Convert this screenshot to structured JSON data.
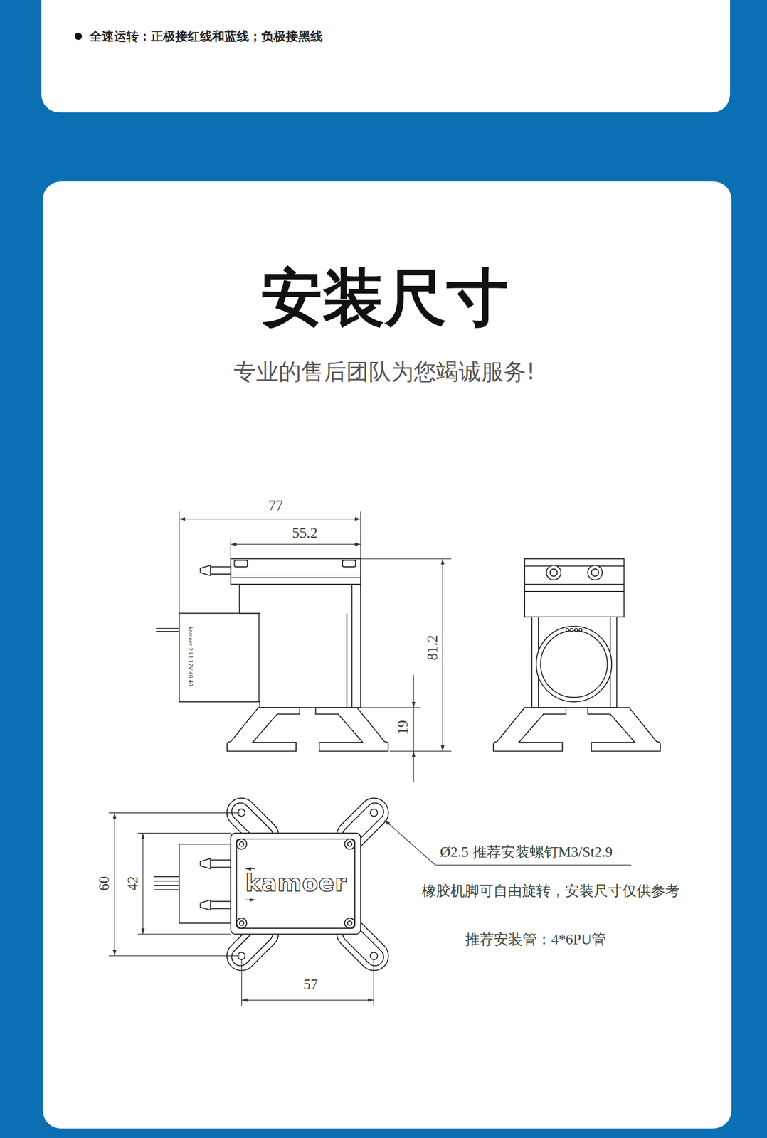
{
  "diagram": {
    "title": "安装尺寸",
    "caption": "专业的售后团队为您竭诚服务!",
    "labels": [
      "全速运转：正极接红线和蓝线；负极接黑线",
      "77",
      "55.2",
      "81.2",
      "19",
      "kamoer 2 L1 12V 48 48",
      "60",
      "42",
      "kamoer",
      "57",
      "Ø2.5 推荐安装螺钉M3/St2.9",
      "橡胶机脚可自由旋转，安装尺寸仅供参考",
      "推荐安装管：4*6PU管"
    ]
  }
}
